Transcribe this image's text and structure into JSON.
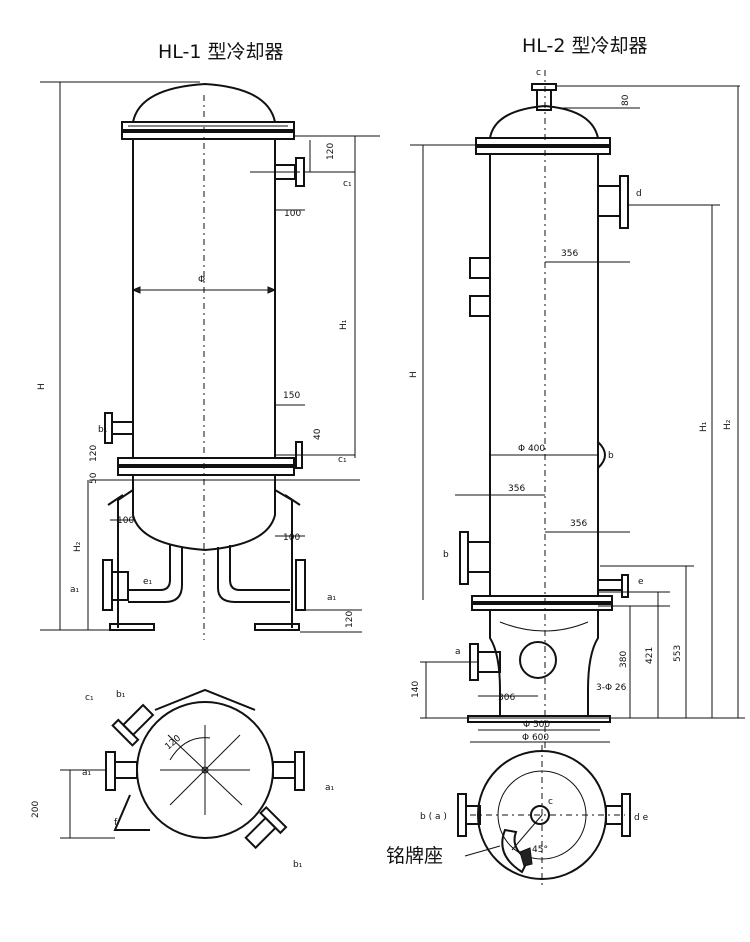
{
  "titles": {
    "hl1": "HL-1 型冷却器",
    "hl2": "HL-2 型冷却器"
  },
  "hl1": {
    "dims": {
      "d120_top": "120",
      "d100_top": "100",
      "phi": "Φ",
      "h1": "H₁",
      "d150": "150",
      "d40": "40",
      "d120_mid": "120",
      "d50": "50",
      "d100_mid": "100",
      "d100_low": "100",
      "h": "H",
      "h2": "H₂",
      "d120_bot": "120",
      "d120_angle": "120",
      "d200": "200"
    },
    "nozzles": {
      "b1": "b₁",
      "c1": "c₁",
      "e1": "e₁",
      "a1": "a₁",
      "a1_base": "a₁",
      "c1_plan": "c₁",
      "b1_plan": "b₁",
      "a1_plan_left": "a₁",
      "a1_plan_right": "a₁",
      "b1_plan_bottom": "b₁",
      "f": "f"
    }
  },
  "hl2": {
    "dims": {
      "d80": "80",
      "d356_a": "356",
      "h": "H",
      "phi400": "Φ 400",
      "d356_b": "356",
      "d356_c": "356",
      "h1": "H₁",
      "h2": "H₂",
      "d380": "380",
      "d421": "421",
      "d553": "553",
      "d140": "140",
      "d306": "306",
      "bolt": "3-Φ 26",
      "phi500": "Φ 500",
      "phi600": "Φ 600",
      "deg45": "45°"
    },
    "nozzles": {
      "c": "c",
      "d": "d",
      "b": "b",
      "b_left": "b",
      "e": "e",
      "a": "a",
      "ba_plan": "b ( a )",
      "c_plan": "c",
      "de_plan": "d e"
    },
    "nameplate": "铭牌座"
  }
}
